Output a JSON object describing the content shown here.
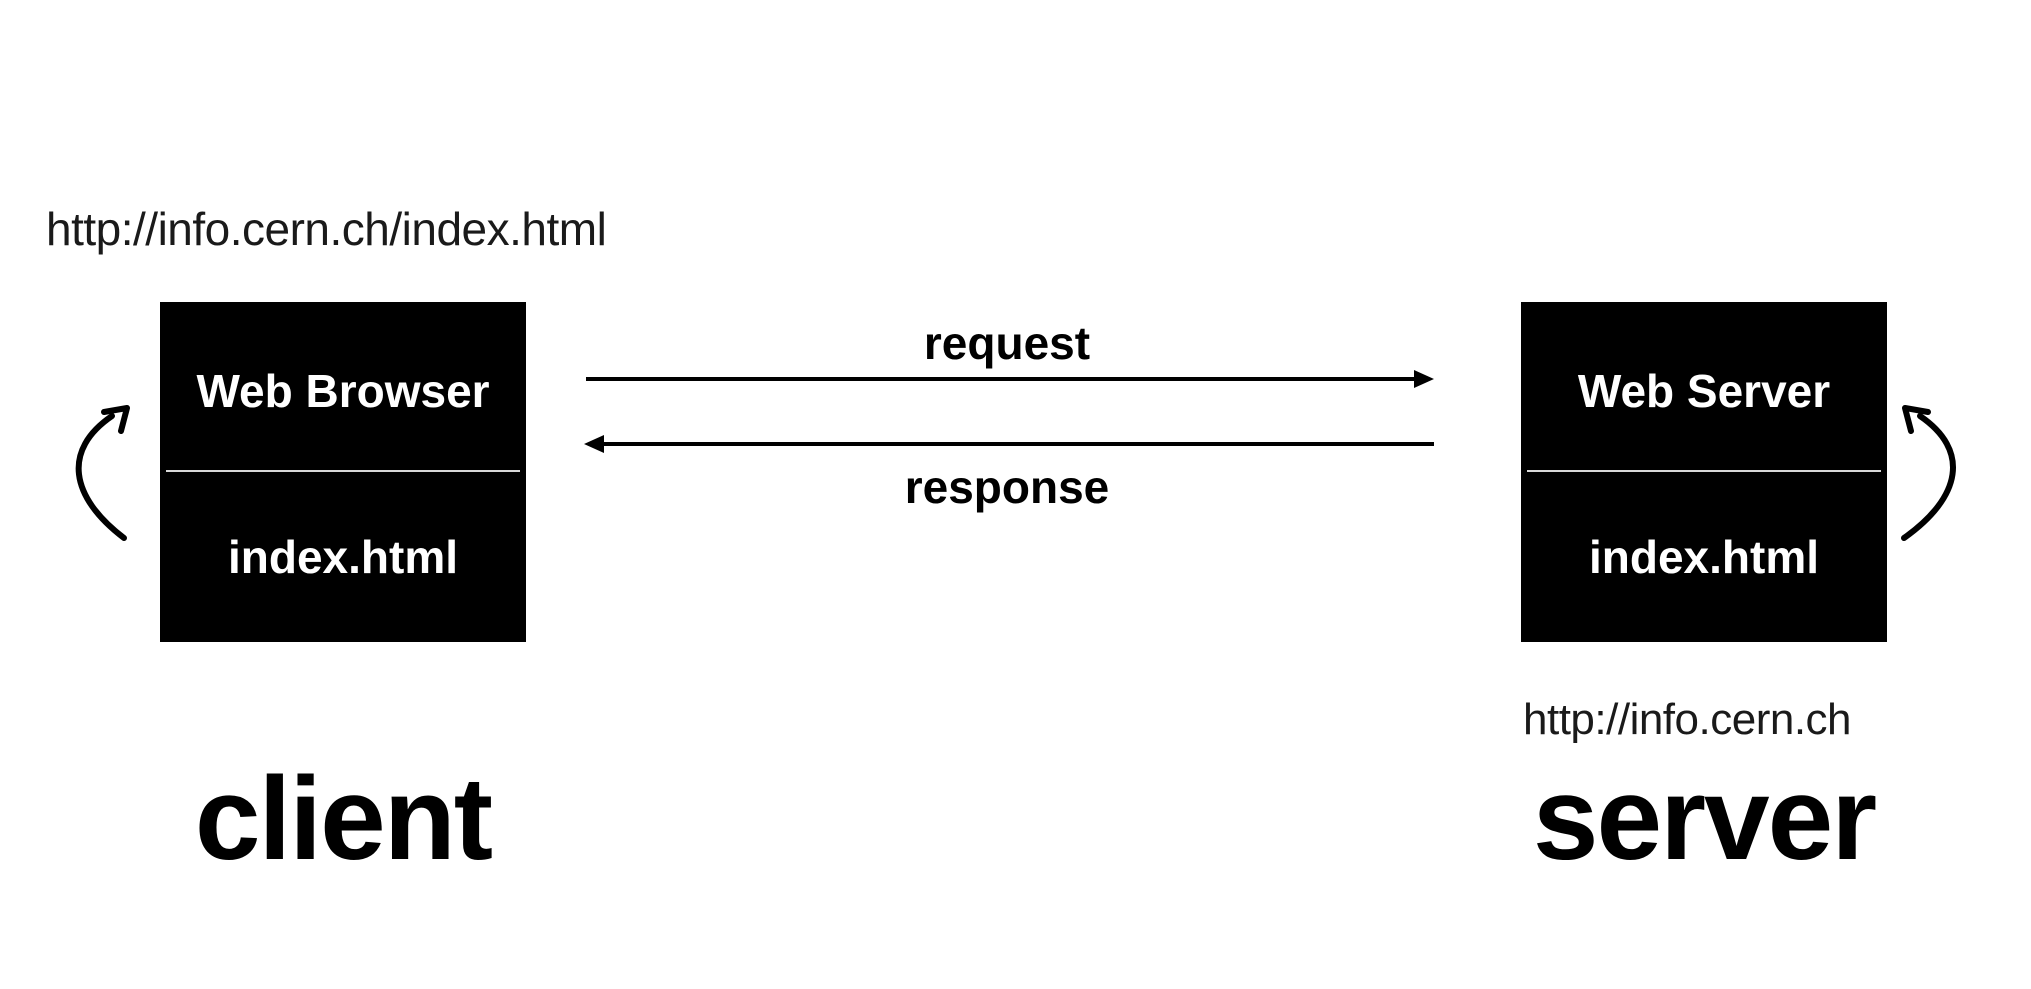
{
  "client": {
    "url": "http://info.cern.ch/index.html",
    "box_title": "Web Browser",
    "box_file": "index.html",
    "role_label": "client"
  },
  "server": {
    "url": "http://info.cern.ch",
    "box_title": "Web Server",
    "box_file": "index.html",
    "role_label": "server"
  },
  "messages": {
    "request": "request",
    "response": "response"
  },
  "colors": {
    "box_fill": "#000000",
    "box_text": "#ffffff",
    "arrow": "#000000",
    "background": "#ffffff"
  },
  "icons": {
    "client_refresh": "curved-arrow-icon",
    "server_refresh": "curved-arrow-icon"
  }
}
